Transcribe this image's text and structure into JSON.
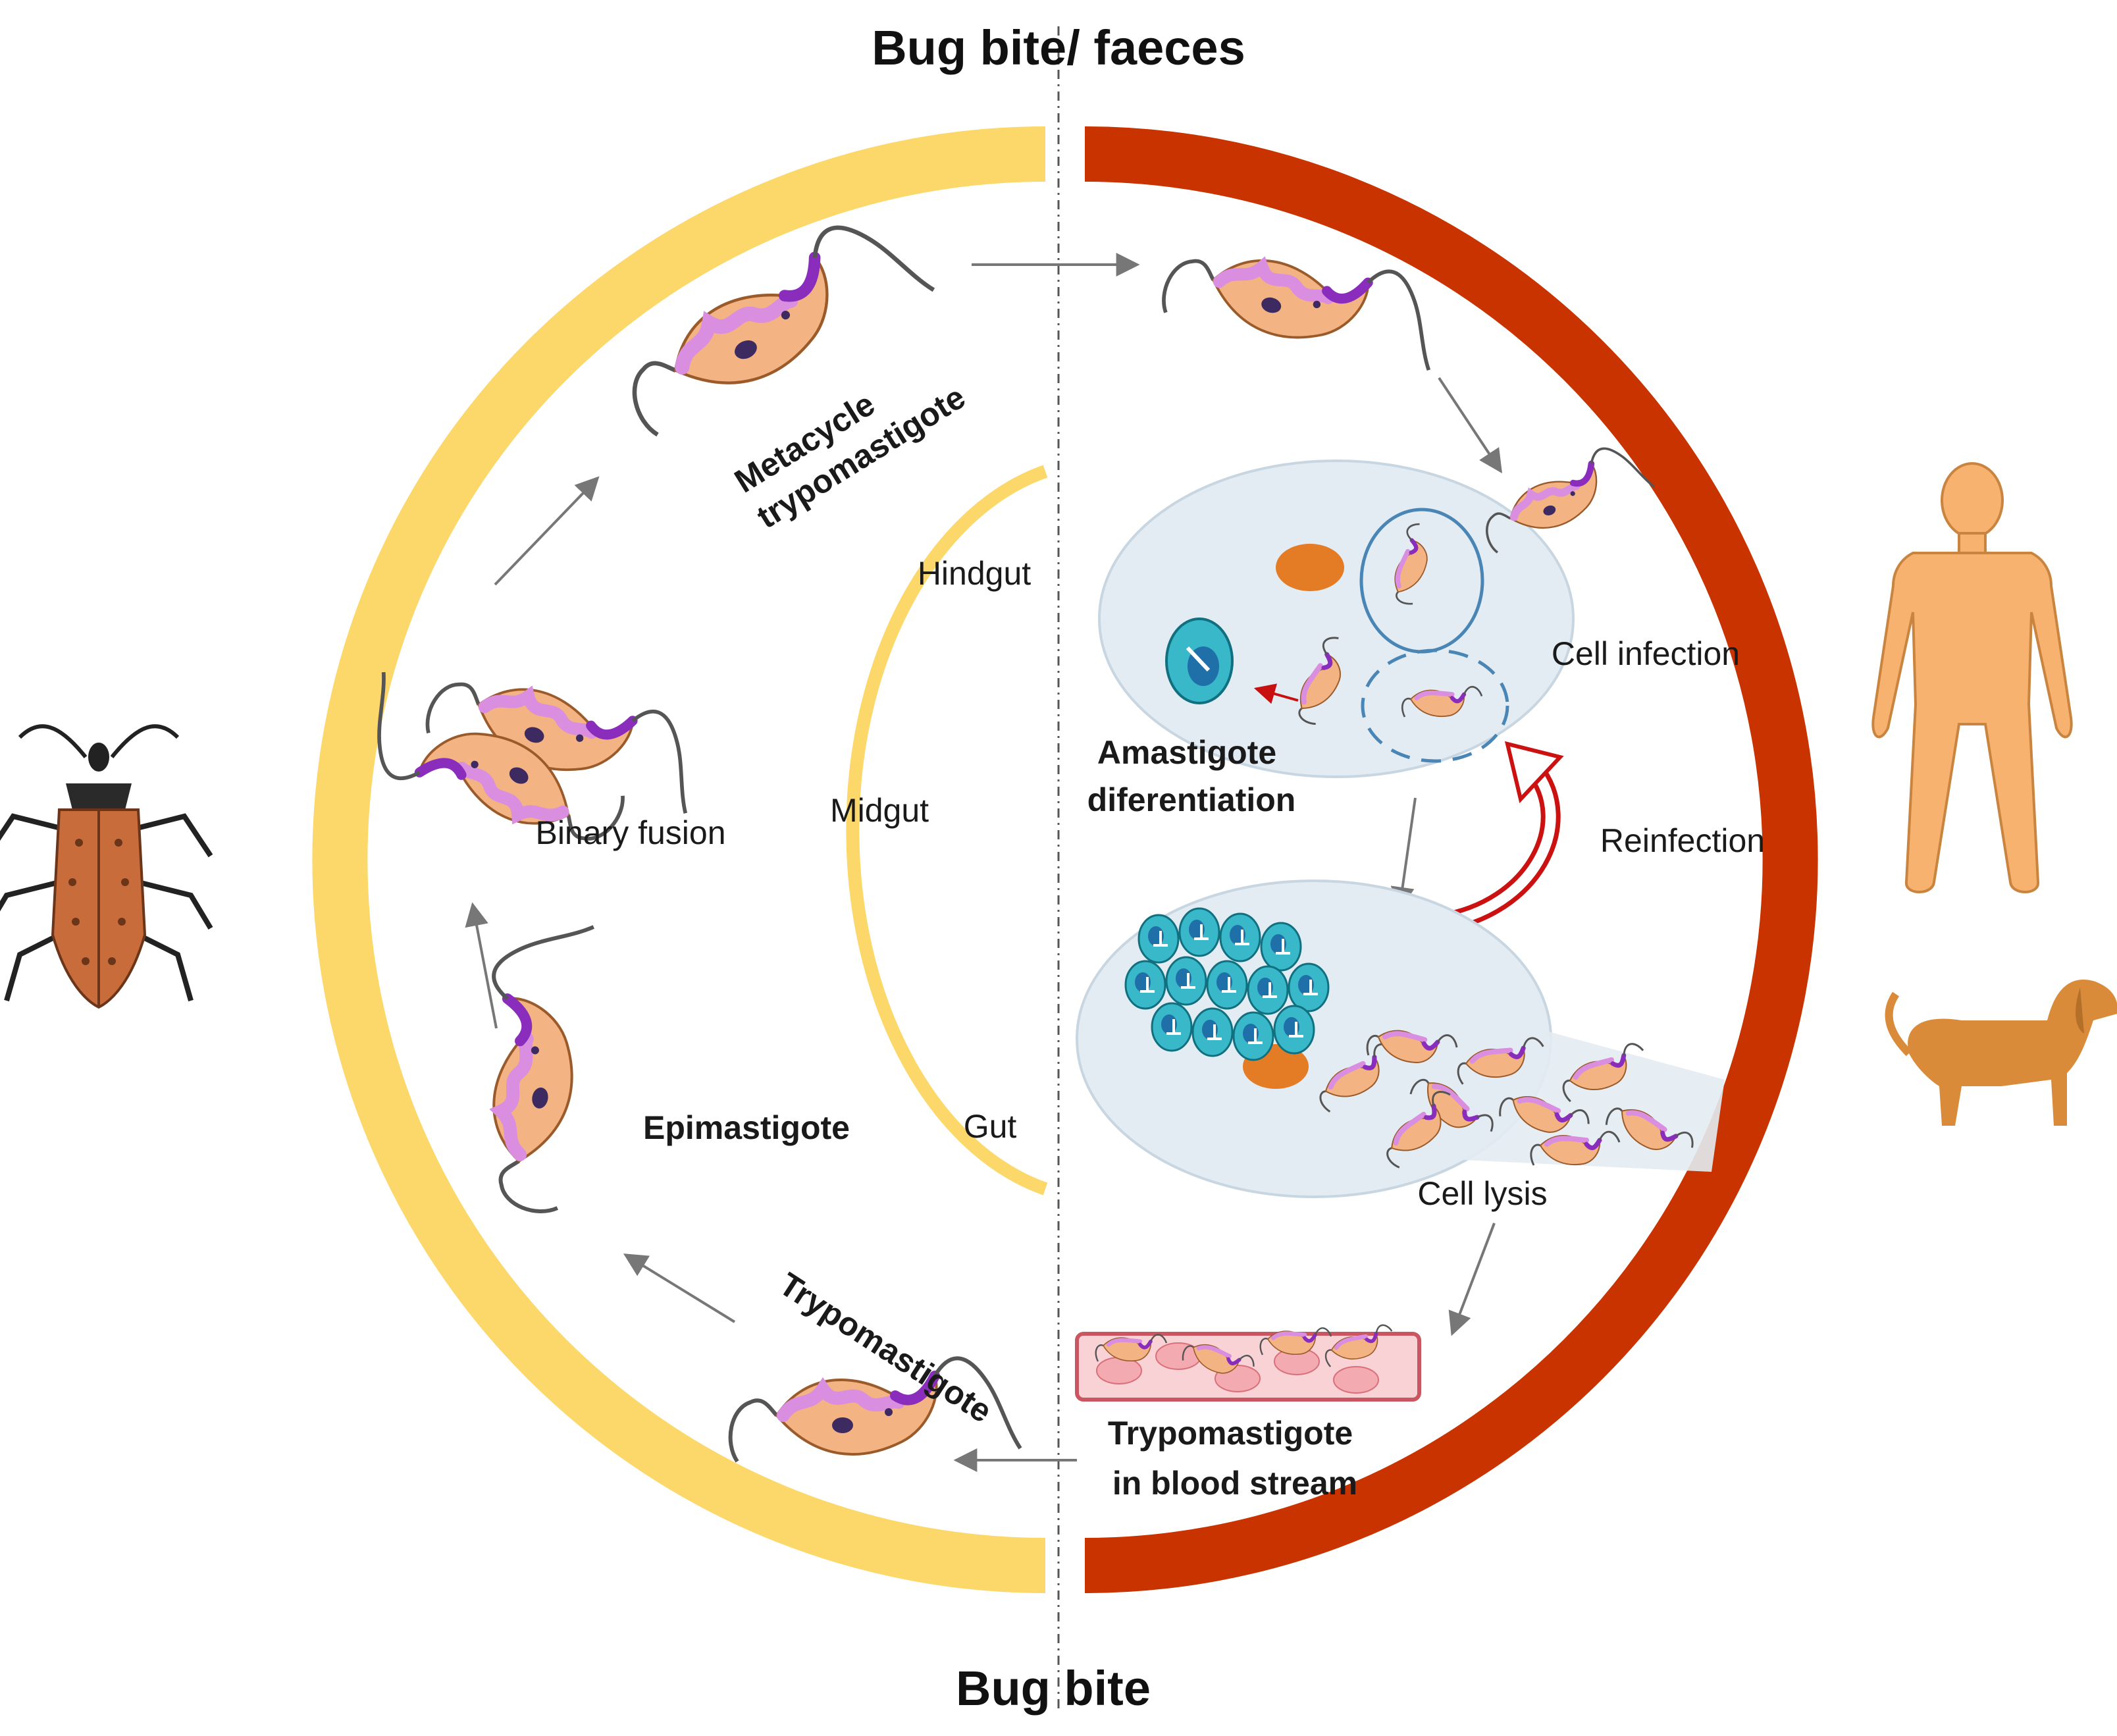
{
  "title_top": "Bug bite/ faeces",
  "title_bottom": "Bug bite",
  "gut": {
    "hindgut": "Hindgut",
    "midgut": "Midgut",
    "gut": "Gut"
  },
  "stages": {
    "metacyclic": [
      "Metacycle",
      "trypomastigote"
    ],
    "binary_fusion": "Binary fusion",
    "epimastigote": "Epimastigote",
    "trypomastigote": "Trypomastigote",
    "cell_infection": "Cell infection",
    "amastigote": [
      "Amastigote",
      "diferentiation"
    ],
    "reinfection": "Reinfection",
    "cell_lysis": "Cell lysis",
    "blood": [
      "Trypomastigote",
      "in blood stream"
    ]
  },
  "icons": {
    "vector": "kissing-bug-icon",
    "host_human": "human-figure-icon",
    "host_dog": "dog-icon",
    "parasite": "trypanosome-icon",
    "host_cell": "host-cell-icon"
  },
  "colors": {
    "vector_ring": "#fcd76a",
    "host_ring": "#c93300",
    "parasite_body": "#f4b383",
    "parasite_membrane": "#d98ee0",
    "parasite_flagellum": "#8a2dbc",
    "cell_fill": "#e3ecf3",
    "nucleus": "#e47b25",
    "amastigote": "#2aa6b8",
    "reinfection_arrow": "#cc1111",
    "blood": "#f7c4c8",
    "human": "#f7b26f",
    "dog": "#d98b3a",
    "bug": "#c96c3c"
  }
}
